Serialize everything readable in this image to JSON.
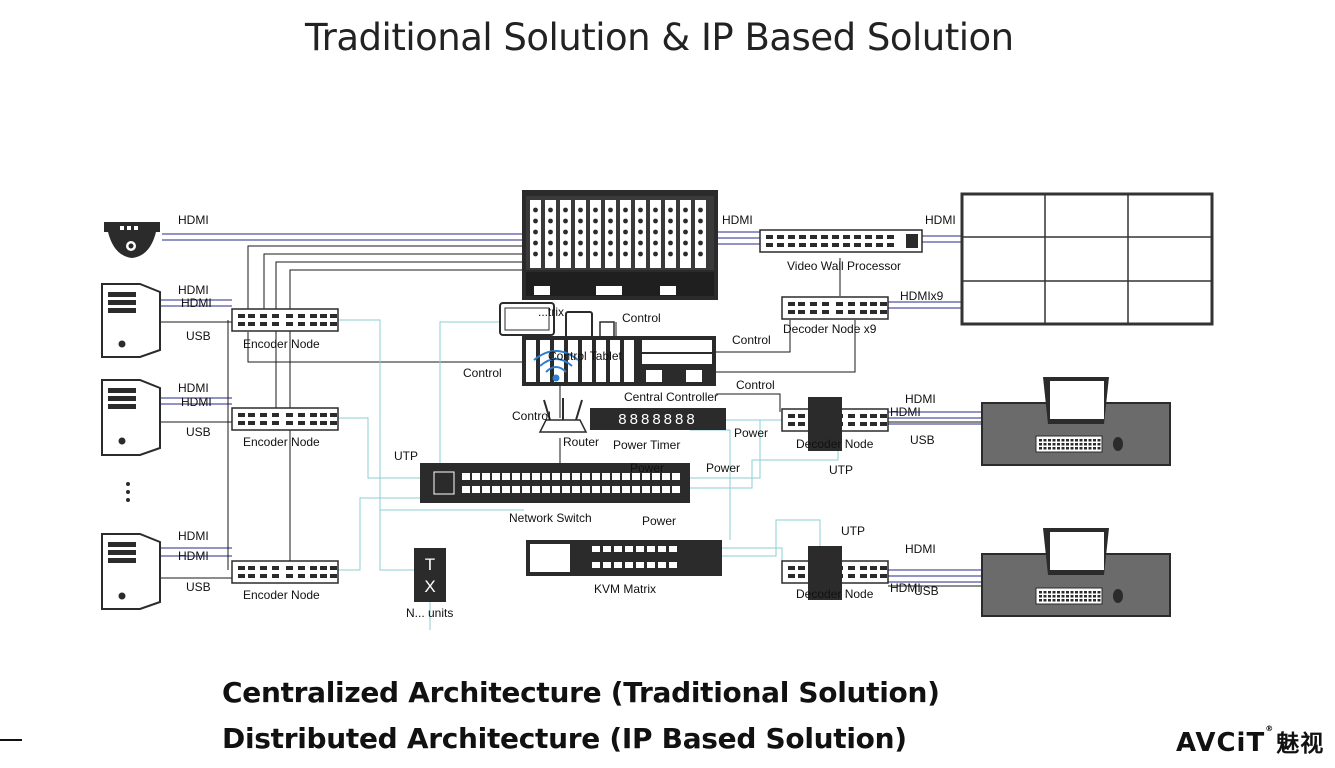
{
  "title": "Traditional Solution & IP Based Solution",
  "architectures": {
    "centralized": "Centralized Architecture (Traditional Solution)",
    "distributed": "Distributed Architecture (IP Based Solution)"
  },
  "logo": {
    "brand": "AVCiT",
    "mark": "®",
    "chinese": "魅视"
  },
  "devices": {
    "matrix": "...trix",
    "video_wall_processor": "Video Wall Processor",
    "decoder_node_x9": "Decoder Node x9",
    "encoder_node": "Encoder Node",
    "control_tablet": "Control Tablet",
    "central_controller": "Central Controller",
    "router": "Router",
    "power_timer": "Power Timer",
    "network_switch": "Network Switch",
    "kvm_matrix": "KVM Matrix",
    "decoder_node": "Decoder Node",
    "tx_units": "N... units",
    "tx_letters": [
      "T",
      "X"
    ],
    "power_timer_display": "8888888"
  },
  "link_labels": {
    "hdmi": "HDMI",
    "usb": "USB",
    "control": "Control",
    "utp": "UTP",
    "power": "Power",
    "hdmi_x9": "HDMIx9"
  },
  "colors": {
    "hdmi_line": "#2a2a8a",
    "usb_line": "#1a1a1a",
    "utp_line": "#8ccfd6",
    "device_dark": "#2b2b2b",
    "desk_gray": "#6b6b6b",
    "wifi_blue": "#2a7fd1"
  }
}
